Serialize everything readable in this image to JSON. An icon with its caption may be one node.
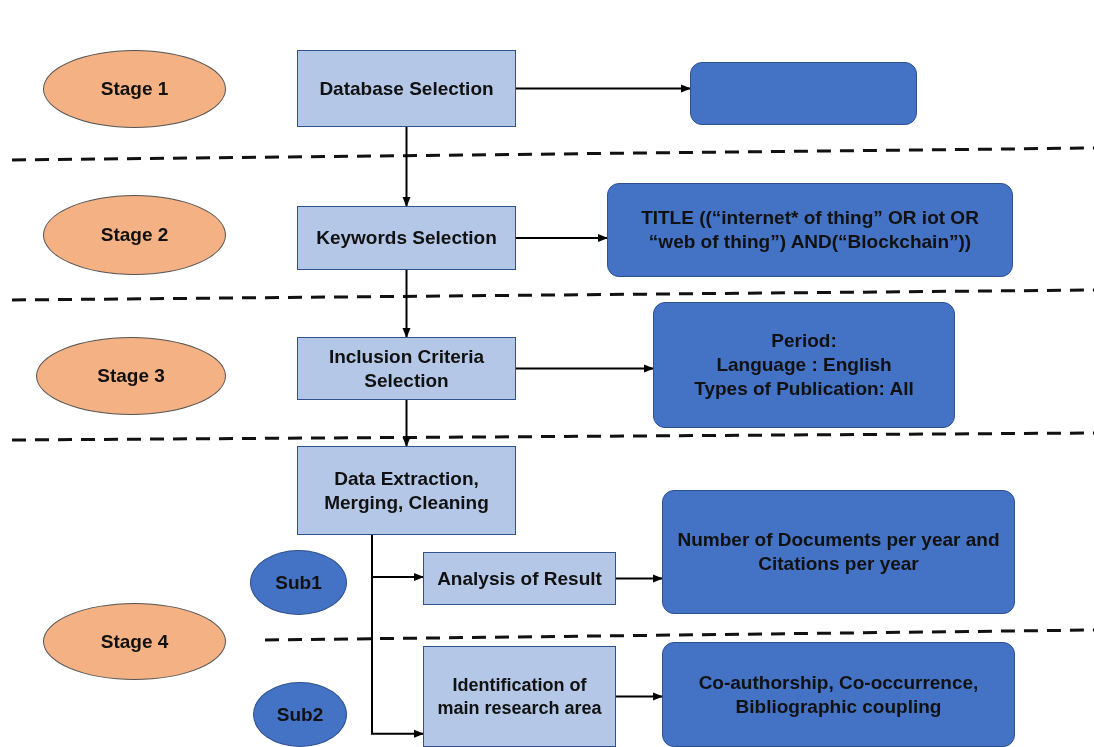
{
  "diagram": {
    "nodes": [
      {
        "text": [
          "Stage 1"
        ]
      },
      {
        "text": [
          "Database Selection"
        ]
      },
      {
        "text": [],
        "shape": "box"
      },
      {
        "text": [
          "Stage 2"
        ]
      },
      {
        "text": [
          "Keywords Selection"
        ]
      },
      {
        "text": [
          "TITLE ((“internet* of thing” OR iot OR “web of thing”) AND(“Blockchain”))"
        ]
      },
      {
        "text": [
          "Stage 3"
        ]
      },
      {
        "text": [
          "Inclusion Criteria Selection"
        ]
      },
      {
        "text": [
          "Period:",
          "Language : English",
          "Types of Publication: All"
        ]
      },
      {
        "text": [
          "Stage 4"
        ]
      },
      {
        "text": [
          "Data Extraction, Merging, Cleaning"
        ]
      },
      {
        "text": [
          "Sub1"
        ]
      },
      {
        "text": [
          "Analysis of Result"
        ]
      },
      {
        "text": [
          "Number of Documents per year and Citations per year"
        ]
      },
      {
        "text": [
          "Sub2"
        ]
      },
      {
        "text": [
          "Identification of main research area"
        ]
      },
      {
        "text": [
          "Co-authorship, Co-occurrence, Bibliographic coupling"
        ]
      }
    ],
    "edges": [
      {
        "from": 1,
        "to": 2,
        "arrow": "to"
      },
      {
        "from": 1,
        "to": 4,
        "arrow": "to"
      },
      {
        "from": 4,
        "to": 5,
        "arrow": "to"
      },
      {
        "from": 4,
        "to": 7,
        "arrow": "to"
      },
      {
        "from": 7,
        "to": 8,
        "arrow": "to"
      },
      {
        "from": 7,
        "to": 10,
        "arrow": "to"
      },
      {
        "from": 10,
        "to": 12,
        "arrow": "to"
      },
      {
        "from": 10,
        "to": 15,
        "arrow": "to"
      },
      {
        "from": 12,
        "to": 13,
        "arrow": "to"
      },
      {
        "from": 15,
        "to": 16,
        "arrow": "to"
      }
    ]
  }
}
